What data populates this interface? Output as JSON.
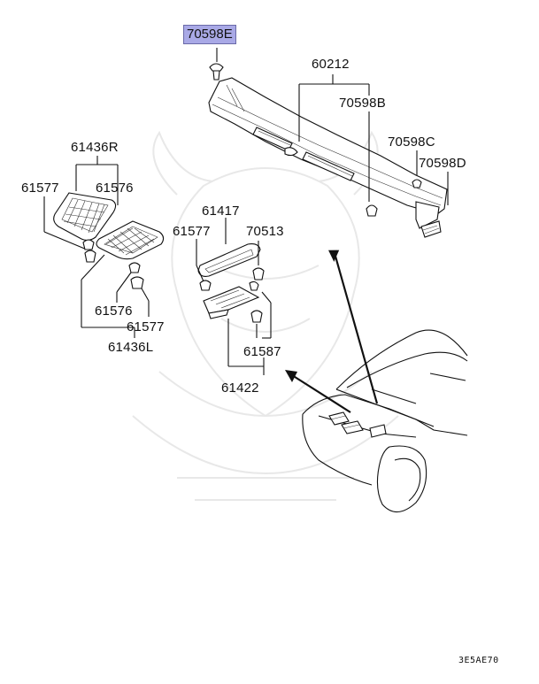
{
  "diagram": {
    "highlighted_part": "70598E",
    "labels": {
      "p70598E": "70598E",
      "p60212": "60212",
      "p70598B": "70598B",
      "p70598C": "70598C",
      "p70598D": "70598D",
      "p61436R": "61436R",
      "p61577_a": "61577",
      "p61576_a": "61576",
      "p61417": "61417",
      "p61577_b": "61577",
      "p70513": "70513",
      "p61576_b": "61576",
      "p61577_c": "61577",
      "p61436L": "61436L",
      "p61587": "61587",
      "p61422": "61422"
    },
    "diagram_code": "3E5AE70"
  }
}
